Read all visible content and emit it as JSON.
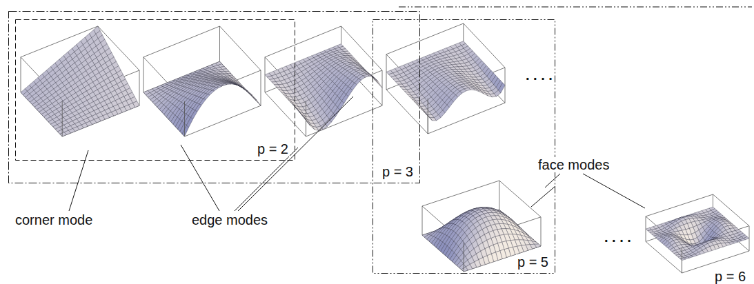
{
  "diagram": {
    "nodes": [
      {
        "text": [
          "p = 3"
        ]
      },
      {
        "text": [
          "p = 2"
        ],
        "in": 0
      },
      {
        "text": [
          "p = 5"
        ]
      }
    ],
    "labels": [
      "corner mode",
      "edge modes",
      "face modes",
      "p = 6",
      ". . . .",
      ". . . ."
    ]
  }
}
